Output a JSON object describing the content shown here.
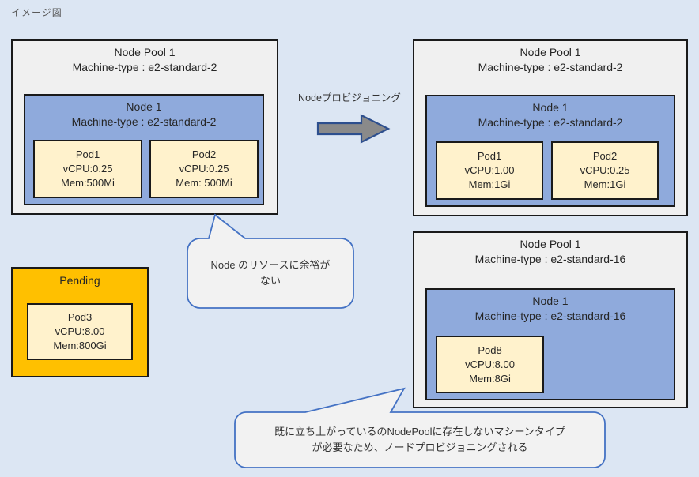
{
  "page": {
    "title": "イメージ図"
  },
  "left_pool": {
    "title": "Node Pool 1",
    "machine_type": "Machine-type : e2-standard-2",
    "node": {
      "title": "Node 1",
      "machine_type": "Machine-type : e2-standard-2",
      "pods": [
        {
          "name": "Pod1",
          "cpu": "vCPU:0.25",
          "mem": "Mem:500Mi"
        },
        {
          "name": "Pod2",
          "cpu": "vCPU:0.25",
          "mem": "Mem: 500Mi"
        }
      ]
    }
  },
  "arrow": {
    "label": "Nodeプロビジョニング"
  },
  "top_right_pool": {
    "title": "Node Pool 1",
    "machine_type": "Machine-type : e2-standard-2",
    "node": {
      "title": "Node 1",
      "machine_type": "Machine-type : e2-standard-2",
      "pods": [
        {
          "name": "Pod1",
          "cpu": "vCPU:1.00",
          "mem": "Mem:1Gi"
        },
        {
          "name": "Pod2",
          "cpu": "vCPU:0.25",
          "mem": "Mem:1Gi"
        }
      ]
    }
  },
  "bottom_right_pool": {
    "title": "Node Pool 1",
    "machine_type": "Machine-type : e2-standard-16",
    "node": {
      "title": "Node 1",
      "machine_type": "Machine-type : e2-standard-16",
      "pods": [
        {
          "name": "Pod8",
          "cpu": "vCPU:8.00",
          "mem": "Mem:8Gi"
        }
      ]
    }
  },
  "pending": {
    "title": "Pending",
    "pod": {
      "name": "Pod3",
      "cpu": "vCPU:8.00",
      "mem": "Mem:800Gi"
    }
  },
  "callout_resource": {
    "line1": "Node のリソースに余裕が",
    "line2": "ない"
  },
  "callout_provisioning": {
    "line1": "既に立ち上がっているのNodePoolに存在しないマシーンタイプ",
    "line2": "が必要なため、ノードプロビジョニングされる"
  },
  "colors": {
    "background": "#DCE6F3",
    "pool_fill": "#F0F0F0",
    "node_fill": "#8FAADC",
    "pod_fill": "#FFF2CC",
    "pending_fill": "#FFC000",
    "callout_fill": "#F2F2F2",
    "callout_border": "#4472C4",
    "arrow_fill": "#8A8A8A",
    "arrow_border": "#2D4F8E",
    "box_border": "#1A1A1A"
  }
}
